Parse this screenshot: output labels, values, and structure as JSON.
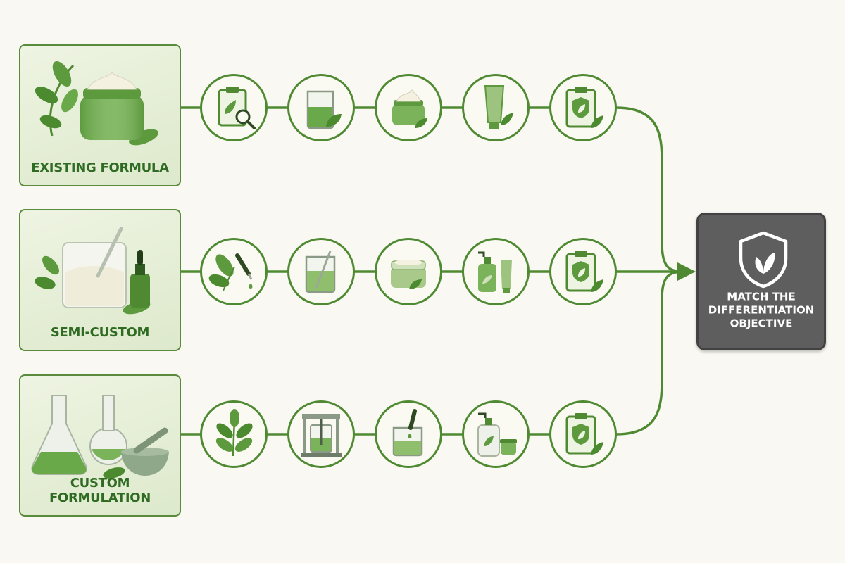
{
  "diagram": {
    "paths": [
      {
        "label": "EXISTING FORMULA",
        "steps": [
          "clipboard-search-icon",
          "beaker-leaf-icon",
          "cream-jar-icon",
          "tube-leaf-icon",
          "clipboard-shield-icon"
        ]
      },
      {
        "label": "SEMI-CUSTOM",
        "steps": [
          "leaf-dropper-icon",
          "beaker-stir-icon",
          "cream-jar-leaf-icon",
          "pump-bottle-tube-icon",
          "clipboard-shield-icon"
        ]
      },
      {
        "label": "CUSTOM FORMULATION",
        "steps": [
          "leaf-icon",
          "mixer-machine-icon",
          "beaker-dropper-icon",
          "pump-bottle-jar-icon",
          "clipboard-shield-icon"
        ]
      }
    ],
    "goal": {
      "label": "MATCH THE DIFFERENTIATION OBJECTIVE",
      "icon": "shield-leaf-icon"
    },
    "colors": {
      "accent_green": "#4f8a33",
      "card_fill": "#e4eed6",
      "goal_fill": "#5e5e5e",
      "background": "#f9f8f2"
    }
  }
}
